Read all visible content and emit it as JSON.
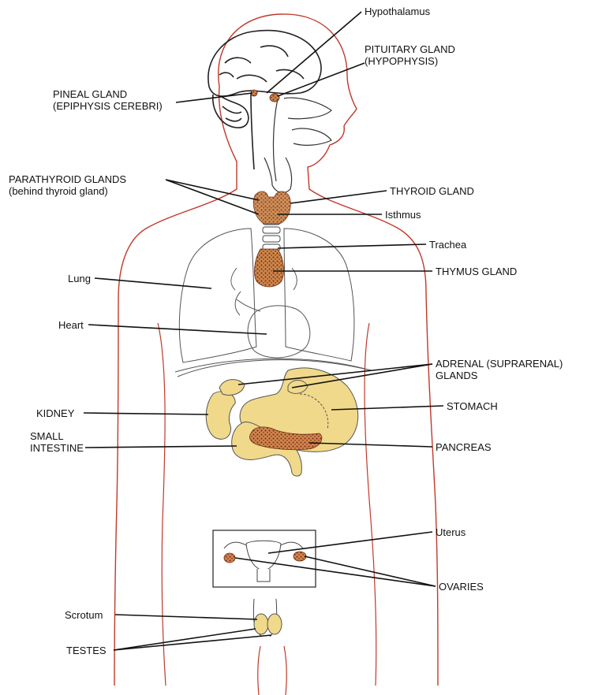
{
  "colors": {
    "body_outline": "#c0392b",
    "line": "#111111",
    "gland_fill": "#c98a4a",
    "gland_dots": "#8b1a1a",
    "organ_fill": "#f1d98b",
    "organ_stroke": "#444444"
  },
  "labels": {
    "hypothalamus": "Hypothalamus",
    "pituitary_1": "PITUITARY GLAND",
    "pituitary_2": "(HYPOPHYSIS)",
    "pineal_1": "PINEAL GLAND",
    "pineal_2": "(EPIPHYSIS CEREBRI)",
    "parathyroid_1": "PARATHYROID GLANDS",
    "parathyroid_2": "(behind thyroid gland)",
    "thyroid": "THYROID GLAND",
    "isthmus": "Isthmus",
    "trachea": "Trachea",
    "thymus": "THYMUS GLAND",
    "lung": "Lung",
    "heart": "Heart",
    "adrenal_1": "ADRENAL (SUPRARENAL)",
    "adrenal_2": "GLANDS",
    "stomach": "STOMACH",
    "kidney": "KIDNEY",
    "small_intestine_1": "SMALL",
    "small_intestine_2": "INTESTINE",
    "pancreas": "PANCREAS",
    "uterus": "Uterus",
    "ovaries": "OVARIES",
    "scrotum": "Scrotum",
    "testes": "TESTES"
  }
}
